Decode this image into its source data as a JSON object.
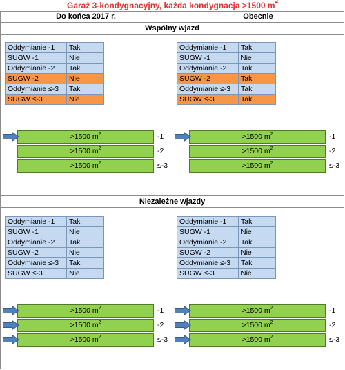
{
  "title": {
    "text": "Garaż 3-kondygnacyjny, każda kondygnacja >1500 m",
    "sup": "2"
  },
  "columns": {
    "left": "Do końca 2017 r.",
    "right": "Obecnie"
  },
  "sections": {
    "shared": {
      "title": "Wspólny wjazd"
    },
    "independent": {
      "title": "Niezależne wjazdy"
    }
  },
  "tables": {
    "shared_old": [
      {
        "k": "Oddymianie -1",
        "v": "Tak",
        "hl": false
      },
      {
        "k": "SUGW -1",
        "v": "Nie",
        "hl": false
      },
      {
        "k": "Oddymianie -2",
        "v": "Tak",
        "hl": false
      },
      {
        "k": "SUGW -2",
        "v": "Nie",
        "hl": true
      },
      {
        "k": "Oddymianie ≤-3",
        "v": "Tak",
        "hl": false
      },
      {
        "k": "SUGW ≤-3",
        "v": "Nie",
        "hl": true
      }
    ],
    "shared_new": [
      {
        "k": "Oddymianie -1",
        "v": "Tak",
        "hl": false
      },
      {
        "k": "SUGW -1",
        "v": "Nie",
        "hl": false
      },
      {
        "k": "Oddymianie -2",
        "v": "Tak",
        "hl": false
      },
      {
        "k": "SUGW -2",
        "v": "Tak",
        "hl": true
      },
      {
        "k": "Oddymianie ≤-3",
        "v": "Tak",
        "hl": false
      },
      {
        "k": "SUGW ≤-3",
        "v": "Tak",
        "hl": true
      }
    ],
    "indep_old": [
      {
        "k": "Oddymianie -1",
        "v": "Tak",
        "hl": false
      },
      {
        "k": "SUGW -1",
        "v": "Nie",
        "hl": false
      },
      {
        "k": "Oddymianie -2",
        "v": "Tak",
        "hl": false
      },
      {
        "k": "SUGW -2",
        "v": "Nie",
        "hl": false
      },
      {
        "k": "Oddymianie ≤-3",
        "v": "Tak",
        "hl": false
      },
      {
        "k": "SUGW ≤-3",
        "v": "Nie",
        "hl": false
      }
    ],
    "indep_new": [
      {
        "k": "Oddymianie -1",
        "v": "Tak",
        "hl": false
      },
      {
        "k": "SUGW -1",
        "v": "Nie",
        "hl": false
      },
      {
        "k": "Oddymianie -2",
        "v": "Tak",
        "hl": false
      },
      {
        "k": "SUGW -2",
        "v": "Nie",
        "hl": false
      },
      {
        "k": "Oddymianie ≤-3",
        "v": "Tak",
        "hl": false
      },
      {
        "k": "SUGW ≤-3",
        "v": "Nie",
        "hl": false
      }
    ]
  },
  "levels": [
    {
      "area": ">1500 m",
      "sup": "2",
      "label": "-1"
    },
    {
      "area": ">1500 m",
      "sup": "2",
      "label": "-2"
    },
    {
      "area": ">1500 m",
      "sup": "2",
      "label": "≤-3"
    }
  ],
  "colors": {
    "title": "#e03131",
    "cell": "#c5d9f1",
    "highlight": "#f79646",
    "floor": "#92d050",
    "arrow": "#4f81bd"
  },
  "icons": {
    "entrance": "entrance-arrow-icon"
  }
}
